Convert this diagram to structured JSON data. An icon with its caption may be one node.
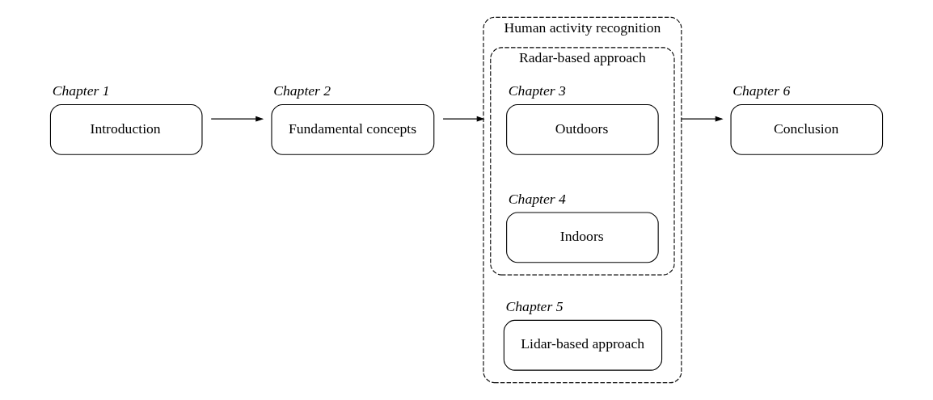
{
  "diagram": {
    "nodes": [
      {
        "text": [
          "Introduction"
        ],
        "beside": [
          "Chapter 1"
        ]
      },
      {
        "text": [
          "Fundamental concepts"
        ],
        "beside": [
          "Chapter 2"
        ]
      },
      {
        "text": [
          "Human activity recognition"
        ]
      },
      {
        "text": [
          "Radar-based approach"
        ],
        "in": 2
      },
      {
        "text": [
          "Outdoors"
        ],
        "in": 3,
        "beside": [
          "Chapter 3"
        ]
      },
      {
        "text": [
          "Indoors"
        ],
        "in": 3,
        "beside": [
          "Chapter 4"
        ]
      },
      {
        "text": [
          "Lidar-based approach"
        ],
        "in": 2,
        "beside": [
          "Chapter 5"
        ]
      },
      {
        "text": [
          "Conclusion"
        ],
        "beside": [
          "Chapter 6"
        ]
      }
    ],
    "edges": [
      {
        "from": 0,
        "to": 1,
        "arrow": "to"
      },
      {
        "from": 1,
        "to": 2,
        "arrow": "to"
      },
      {
        "from": 2,
        "to": 7,
        "arrow": "to"
      }
    ]
  }
}
